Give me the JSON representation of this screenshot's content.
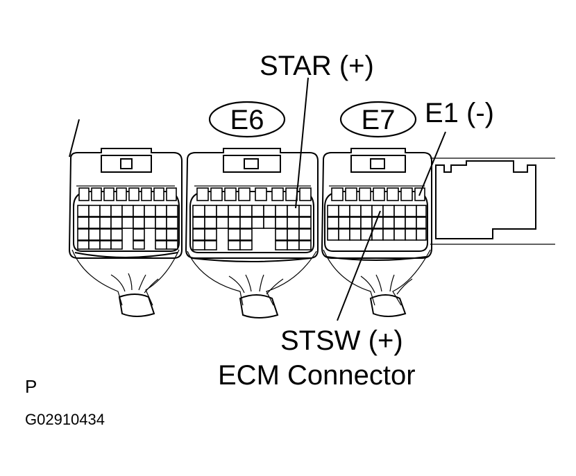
{
  "labels": {
    "star": "STAR (+)",
    "e6": "E6",
    "e7": "E7",
    "e1": "E1 (-)",
    "stsw": "STSW (+)",
    "ecm": "ECM Connector",
    "page_letter": "P",
    "figure_code": "G02910434"
  }
}
